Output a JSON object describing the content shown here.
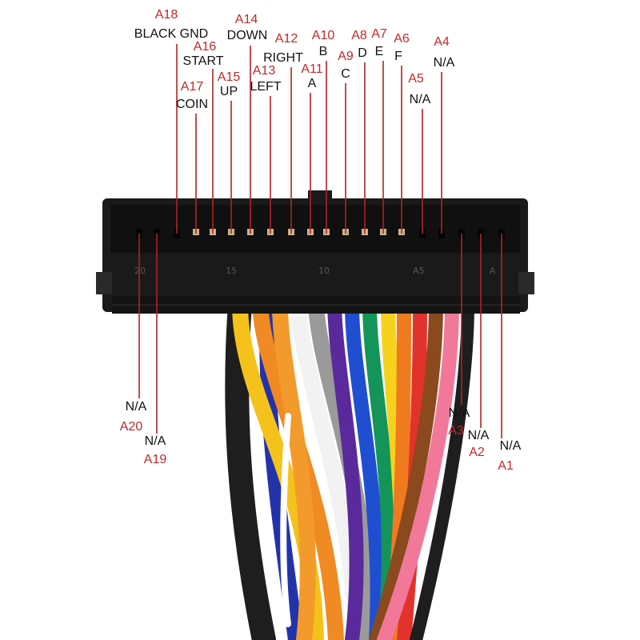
{
  "colors": {
    "pin_label": "#c0282a",
    "function_label": "#111111",
    "leader_line": "#b22222",
    "connector_body": "#1a1a1a"
  },
  "connector": {
    "markings": [
      "20",
      "15",
      "10",
      "A5",
      "A"
    ]
  },
  "pins": [
    {
      "id": "A1",
      "label": "A1",
      "function": "N/A"
    },
    {
      "id": "A2",
      "label": "A2",
      "function": "N/A"
    },
    {
      "id": "A3",
      "label": "A3",
      "function": "N/A"
    },
    {
      "id": "A4",
      "label": "A4",
      "function": "N/A"
    },
    {
      "id": "A5",
      "label": "A5",
      "function": "N/A"
    },
    {
      "id": "A6",
      "label": "A6",
      "function": "F"
    },
    {
      "id": "A7",
      "label": "A7",
      "function": "E"
    },
    {
      "id": "A8",
      "label": "A8",
      "function": "D"
    },
    {
      "id": "A9",
      "label": "A9",
      "function": "C"
    },
    {
      "id": "A10",
      "label": "A10",
      "function": "B"
    },
    {
      "id": "A11",
      "label": "A11",
      "function": "A"
    },
    {
      "id": "A12",
      "label": "A12",
      "function": "RIGHT"
    },
    {
      "id": "A13",
      "label": "A13",
      "function": "LEFT"
    },
    {
      "id": "A14",
      "label": "A14",
      "function": "DOWN"
    },
    {
      "id": "A15",
      "label": "A15",
      "function": "UP"
    },
    {
      "id": "A16",
      "label": "A16",
      "function": "START"
    },
    {
      "id": "A17",
      "label": "A17",
      "function": "COIN"
    },
    {
      "id": "A18",
      "label": "A18",
      "function": "BLACK GND"
    },
    {
      "id": "A19",
      "label": "A19",
      "function": "N/A"
    },
    {
      "id": "A20",
      "label": "A20",
      "function": "N/A"
    }
  ]
}
